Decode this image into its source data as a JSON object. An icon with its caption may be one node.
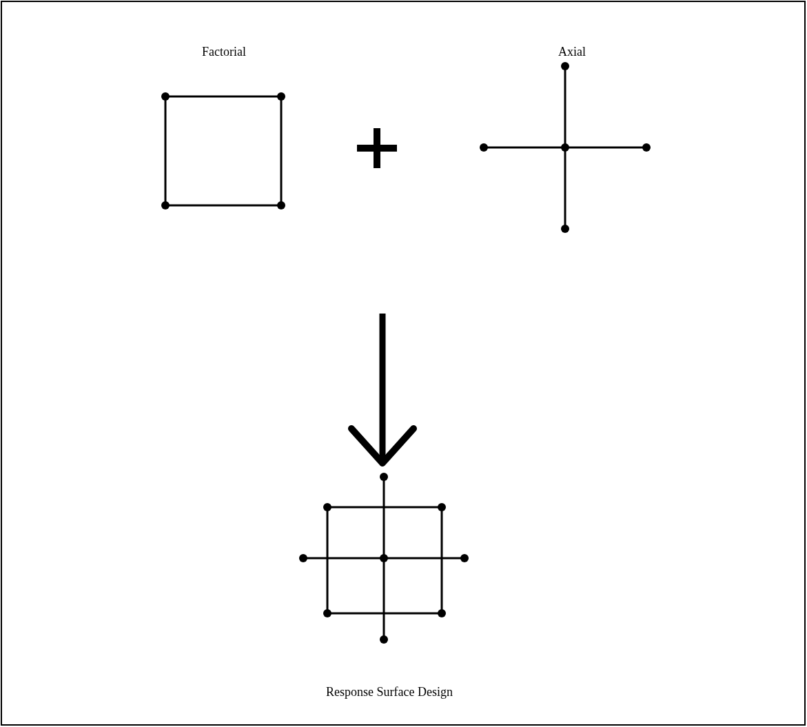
{
  "diagram": {
    "nodes": [
      {
        "text": [
          "Factorial"
        ]
      },
      {
        "text": [
          "Axial"
        ]
      },
      {
        "text": [
          "Response Surface Design"
        ]
      }
    ],
    "edges": [
      {
        "from": null,
        "to": 2,
        "arrow": "to"
      }
    ]
  }
}
